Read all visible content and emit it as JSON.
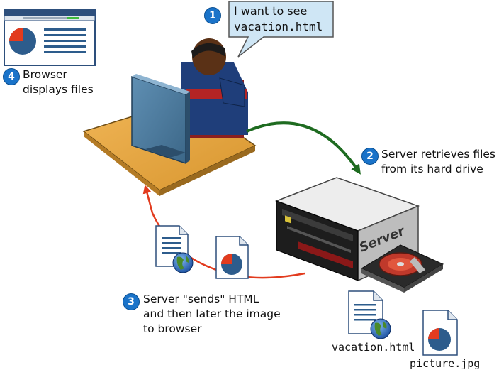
{
  "colors": {
    "step_badge": "#1a73c9",
    "return_arrow": "#e23b1e",
    "request_arrow": "#1e6b20",
    "speech_bubble": "#cfe6f5"
  },
  "steps": [
    {
      "number": "1",
      "line1": "I want to see",
      "line2": "vacation.html"
    },
    {
      "number": "2",
      "line1": "Server retrieves files",
      "line2": "from its hard drive"
    },
    {
      "number": "3",
      "line1": "Server \"sends\" HTML",
      "line2": "and then later the image",
      "line3": "to browser"
    },
    {
      "number": "4",
      "line1": "Browser",
      "line2": "displays files"
    }
  ],
  "server": {
    "label": "Server"
  },
  "files": {
    "html": "vacation.html",
    "image": "picture.jpg"
  },
  "icons": [
    "browser-window-icon",
    "user-figure-icon",
    "monitor-icon",
    "server-icon",
    "hard-drive-icon",
    "html-document-icon",
    "globe-icon",
    "image-document-icon",
    "pie-chart-icon"
  ]
}
